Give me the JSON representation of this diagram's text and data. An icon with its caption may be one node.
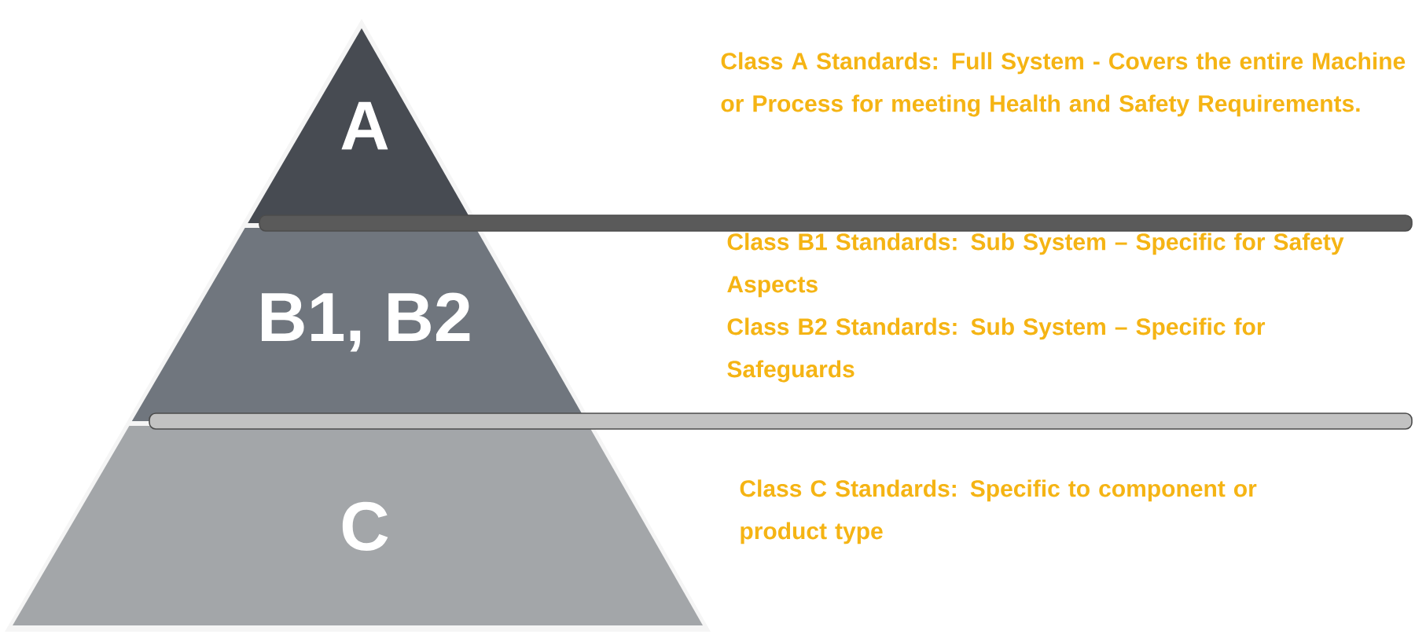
{
  "diagram": {
    "nodes": [
      {
        "text": [
          "A"
        ]
      },
      {
        "text": [
          "B1, B2"
        ]
      },
      {
        "text": [
          "C"
        ]
      }
    ],
    "labels": [
      "Class A Standards: Full System - Covers the entire Machine or Process for meeting Health and Safety Requirements.",
      "Class B1 Standards: Sub System – Specific for Safety Aspects",
      "Class B2 Standards: Sub System – Specific for Safeguards",
      "Class C Standards: Specific to component or product type"
    ]
  }
}
